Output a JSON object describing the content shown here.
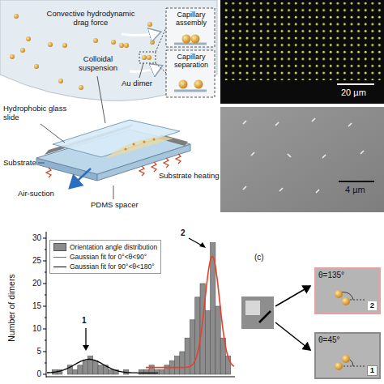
{
  "diagram": {
    "nodes": [
      {
        "text": [
          "θ=135°",
          "2"
        ]
      },
      {
        "text": [
          "θ=45°",
          "1"
        ]
      }
    ],
    "labels": [
      "Convective hydrodynamic drag force",
      "Capillary assembly",
      "Capillary separation",
      "Colloidal suspension",
      "Au dimer",
      "Hydrophobic glass slide",
      "Substrate",
      "Substrate heating",
      "Air-suction",
      "PDMS spacer",
      "20 µm",
      "4 µm",
      "Number of dimers",
      "30",
      "25",
      "20",
      "15",
      "10",
      "5",
      "0",
      "1",
      "2",
      "(c)"
    ],
    "legend": [
      {
        "text": "Orientation angle distribution",
        "color": "#8c8c8c"
      },
      {
        "text": "Gaussian fit for 0°<θ<90°"
      },
      {
        "text": "Gaussian fit for 90°<θ<180°"
      }
    ]
  }
}
